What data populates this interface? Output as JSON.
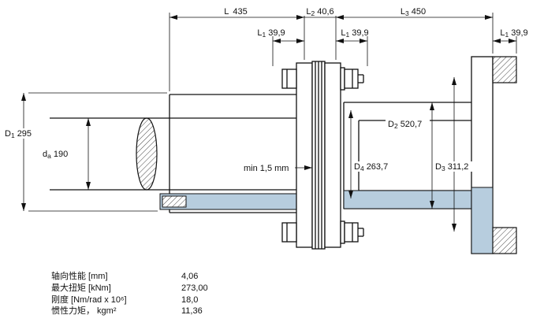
{
  "colors": {
    "highlight": "#b7cdde"
  },
  "dims": {
    "L": {
      "letter": "L",
      "value": "435"
    },
    "L1": {
      "letter": "L",
      "sub": "1",
      "value": "39,9"
    },
    "L2": {
      "letter": "L",
      "sub": "2",
      "value": "40,6"
    },
    "L3": {
      "letter": "L",
      "sub": "3",
      "value": "450"
    },
    "D1": {
      "letter": "D",
      "sub": "1",
      "value": "295"
    },
    "D2": {
      "letter": "D",
      "sub": "2",
      "value": "520,7"
    },
    "D3": {
      "letter": "D",
      "sub": "3",
      "value": "311,2"
    },
    "D4": {
      "letter": "D",
      "sub": "4",
      "value": "263,7"
    },
    "da": {
      "letter": "d",
      "sub": "a",
      "value": "190"
    },
    "min_gap": "min 1,5 mm"
  },
  "table": {
    "rows": [
      {
        "label": "轴向性能 [mm]",
        "value": "4,06"
      },
      {
        "label": "最大扭矩 [kNm]",
        "value": "273,00"
      },
      {
        "label": "刚度 [Nm/rad x 10⁶]",
        "value": "18,0"
      },
      {
        "label": "惯性力矩， kgm²",
        "value": "11,36"
      }
    ]
  }
}
